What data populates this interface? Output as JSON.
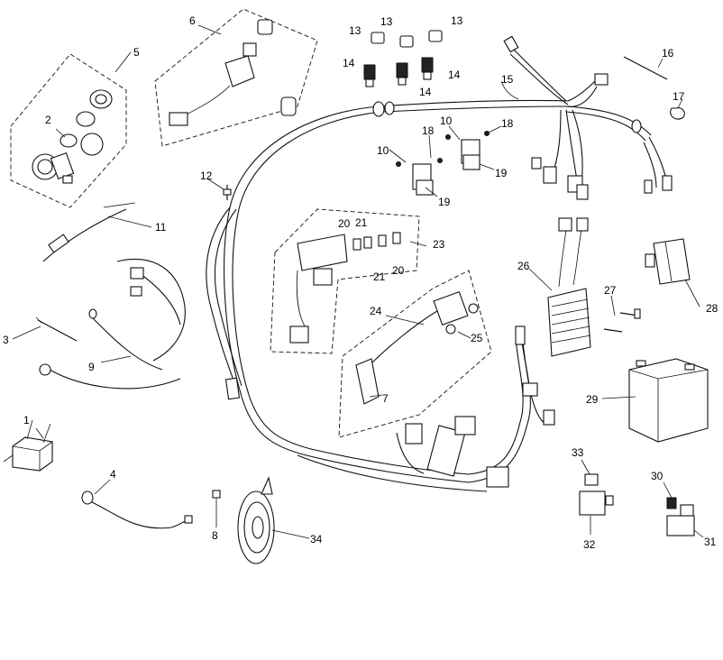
{
  "callouts": [
    {
      "id": "c1",
      "text": "1"
    },
    {
      "id": "c2",
      "text": "2"
    },
    {
      "id": "c3",
      "text": "3"
    },
    {
      "id": "c4",
      "text": "4"
    },
    {
      "id": "c5",
      "text": "5"
    },
    {
      "id": "c6",
      "text": "6"
    },
    {
      "id": "c7",
      "text": "7"
    },
    {
      "id": "c8",
      "text": "8"
    },
    {
      "id": "c9",
      "text": "9"
    },
    {
      "id": "c10a",
      "text": "10"
    },
    {
      "id": "c10b",
      "text": "10"
    },
    {
      "id": "c11",
      "text": "11"
    },
    {
      "id": "c12",
      "text": "12"
    },
    {
      "id": "c13a",
      "text": "13"
    },
    {
      "id": "c13b",
      "text": "13"
    },
    {
      "id": "c13c",
      "text": "13"
    },
    {
      "id": "c14a",
      "text": "14"
    },
    {
      "id": "c14b",
      "text": "14"
    },
    {
      "id": "c14c",
      "text": "14"
    },
    {
      "id": "c15",
      "text": "15"
    },
    {
      "id": "c16",
      "text": "16"
    },
    {
      "id": "c17",
      "text": "17"
    },
    {
      "id": "c18a",
      "text": "18"
    },
    {
      "id": "c18b",
      "text": "18"
    },
    {
      "id": "c19a",
      "text": "19"
    },
    {
      "id": "c19b",
      "text": "19"
    },
    {
      "id": "c20a",
      "text": "20"
    },
    {
      "id": "c20b",
      "text": "20"
    },
    {
      "id": "c21a",
      "text": "21"
    },
    {
      "id": "c21b",
      "text": "21"
    },
    {
      "id": "c23",
      "text": "23"
    },
    {
      "id": "c24",
      "text": "24"
    },
    {
      "id": "c25",
      "text": "25"
    },
    {
      "id": "c26",
      "text": "26"
    },
    {
      "id": "c27",
      "text": "27"
    },
    {
      "id": "c28",
      "text": "28"
    },
    {
      "id": "c29",
      "text": "29"
    },
    {
      "id": "c30",
      "text": "30"
    },
    {
      "id": "c31",
      "text": "31"
    },
    {
      "id": "c32",
      "text": "32"
    },
    {
      "id": "c33",
      "text": "33"
    },
    {
      "id": "c34",
      "text": "34"
    }
  ]
}
